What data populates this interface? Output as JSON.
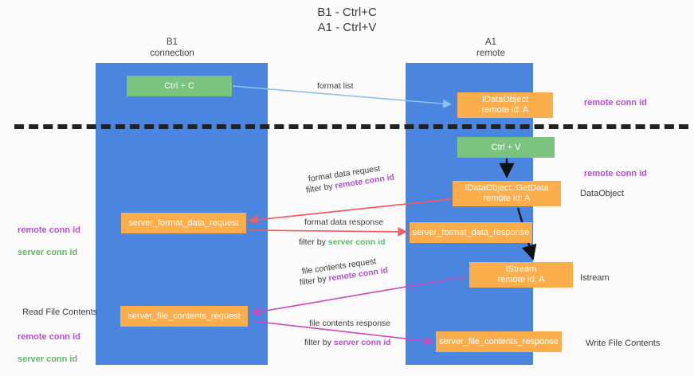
{
  "diagram": {
    "title": "B1 - Ctrl+C\nA1 - Ctrl+V",
    "columns": [
      {
        "id": "b1",
        "label": "B1\nconnection"
      },
      {
        "id": "a1",
        "label": "A1\nremote"
      }
    ],
    "nodes": [
      {
        "id": "ctrl-c",
        "label": "Ctrl + C",
        "color": "#7ac47f",
        "column": "b1"
      },
      {
        "id": "idataobject",
        "label": "IDataObject\nremote id: A",
        "color": "#fcae4d",
        "column": "a1"
      },
      {
        "id": "ctrl-v",
        "label": "Ctrl + V",
        "color": "#7ac47f",
        "column": "a1"
      },
      {
        "id": "idataobject-getdata",
        "label": "IDataObject::GetData\nremote id: A",
        "color": "#fcae4d",
        "column": "a1"
      },
      {
        "id": "server-format-data-request",
        "label": "server_format_data_request",
        "color": "#fcae4d",
        "column": "b1"
      },
      {
        "id": "server-format-data-response",
        "label": "server_format_data_response",
        "color": "#fcae4d",
        "column": "a1"
      },
      {
        "id": "istream",
        "label": "IStream\nremote id: A",
        "color": "#fcae4d",
        "column": "a1"
      },
      {
        "id": "server-file-contents-request",
        "label": "server_file_contents_request",
        "color": "#fcae4d",
        "column": "b1"
      },
      {
        "id": "server-file-contents-response",
        "label": "server_file_contents_response",
        "color": "#fcae4d",
        "column": "a1"
      }
    ],
    "edge_labels": {
      "format_list": "format list",
      "format_data_request": "format data request",
      "format_data_request_filter_prefix": "filter by ",
      "format_data_request_filter_key": "remote conn id",
      "format_data_response": "format data response",
      "format_data_response_filter_prefix": "filter by ",
      "format_data_response_filter_key": "server conn id",
      "file_contents_request": "file contents request",
      "file_contents_request_filter_prefix": "filter by ",
      "file_contents_request_filter_key": "remote conn id",
      "file_contents_response": "file contents response",
      "file_contents_response_filter_prefix": "filter by ",
      "file_contents_response_filter_key": "server conn id"
    },
    "annotations_right": {
      "remote_conn_id_top": "remote conn id",
      "remote_conn_id_mid": "remote conn id",
      "data_object": "DataObject",
      "istream": "Istream",
      "write_file_contents": "Write File Contents"
    },
    "annotations_left": {
      "remote_conn_id_mid": "remote conn id",
      "server_conn_id_mid": "server conn id",
      "read_file_contents": "Read File Contents",
      "remote_conn_id_bottom": "remote conn id",
      "server_conn_id_bottom": "server conn id"
    },
    "colors": {
      "lane": "#4a86e0",
      "node_green": "#7ac47f",
      "node_orange": "#fcae4d",
      "purple": "#b24fd0",
      "green_text": "#63b76c",
      "arrow_blue": "#8fc0ee",
      "arrow_red": "#ee5f5f",
      "arrow_magenta": "#cf47b8",
      "arrow_black": "#111111",
      "divider": "#222222",
      "background": "#fbfbfb"
    }
  }
}
